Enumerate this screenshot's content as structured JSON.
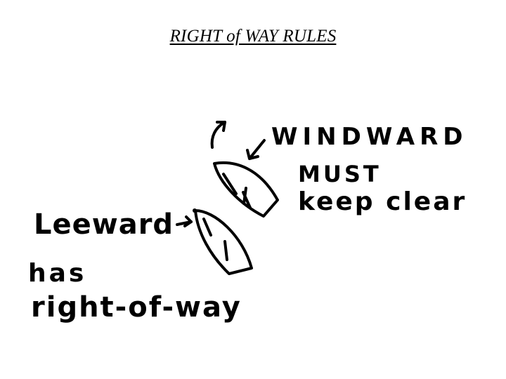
{
  "title": "RIGHT of WAY RULES",
  "labels": {
    "windward": "WINDWARD",
    "must": "MUST",
    "keep_clear": "keep clear",
    "leeward": "Leeward",
    "has": "has",
    "right_of_way": "right-of-way"
  },
  "icons": [
    "windward-boat-icon",
    "leeward-boat-icon",
    "wind-direction-arrow-icon",
    "windward-pointer-arrow-icon",
    "leeward-pointer-arrow-icon"
  ],
  "colors": {
    "ink": "#000000",
    "background": "#ffffff"
  }
}
